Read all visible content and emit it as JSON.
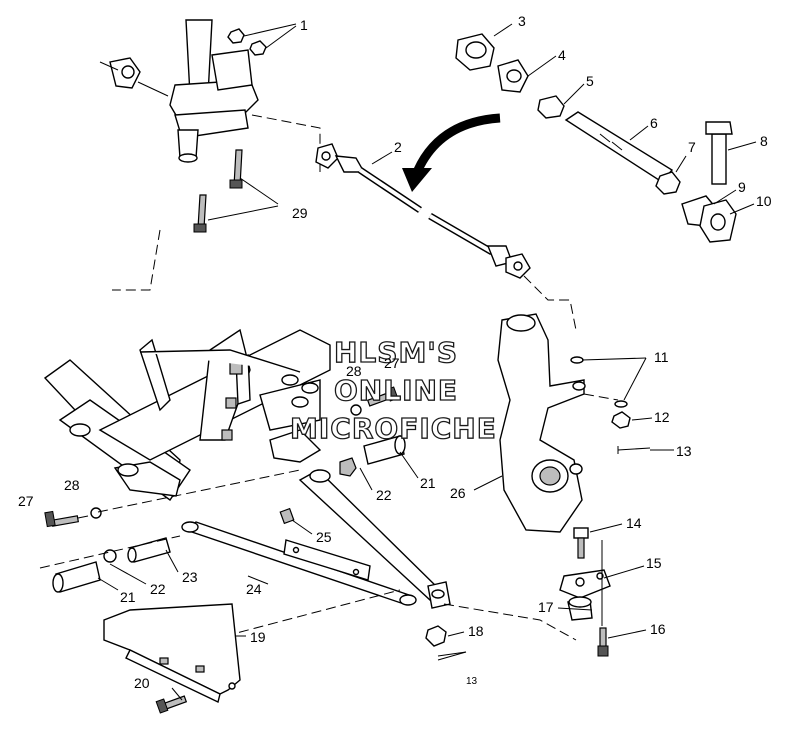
{
  "watermark": {
    "line1": "HLSM'S",
    "line2": "ONLINE",
    "line3": "MICROFICHE"
  },
  "callouts": [
    "1",
    "2",
    "3",
    "4",
    "5",
    "6",
    "7",
    "8",
    "9",
    "10",
    "11",
    "12",
    "13",
    "14",
    "15",
    "16",
    "17",
    "18",
    "13",
    "19",
    "20",
    "21",
    "22",
    "23",
    "24",
    "25",
    "26",
    "27",
    "28",
    "21",
    "22",
    "27",
    "28",
    "29"
  ],
  "colors": {
    "ink": "#000000",
    "paper": "#ffffff",
    "shade": "#bdbdbd"
  }
}
